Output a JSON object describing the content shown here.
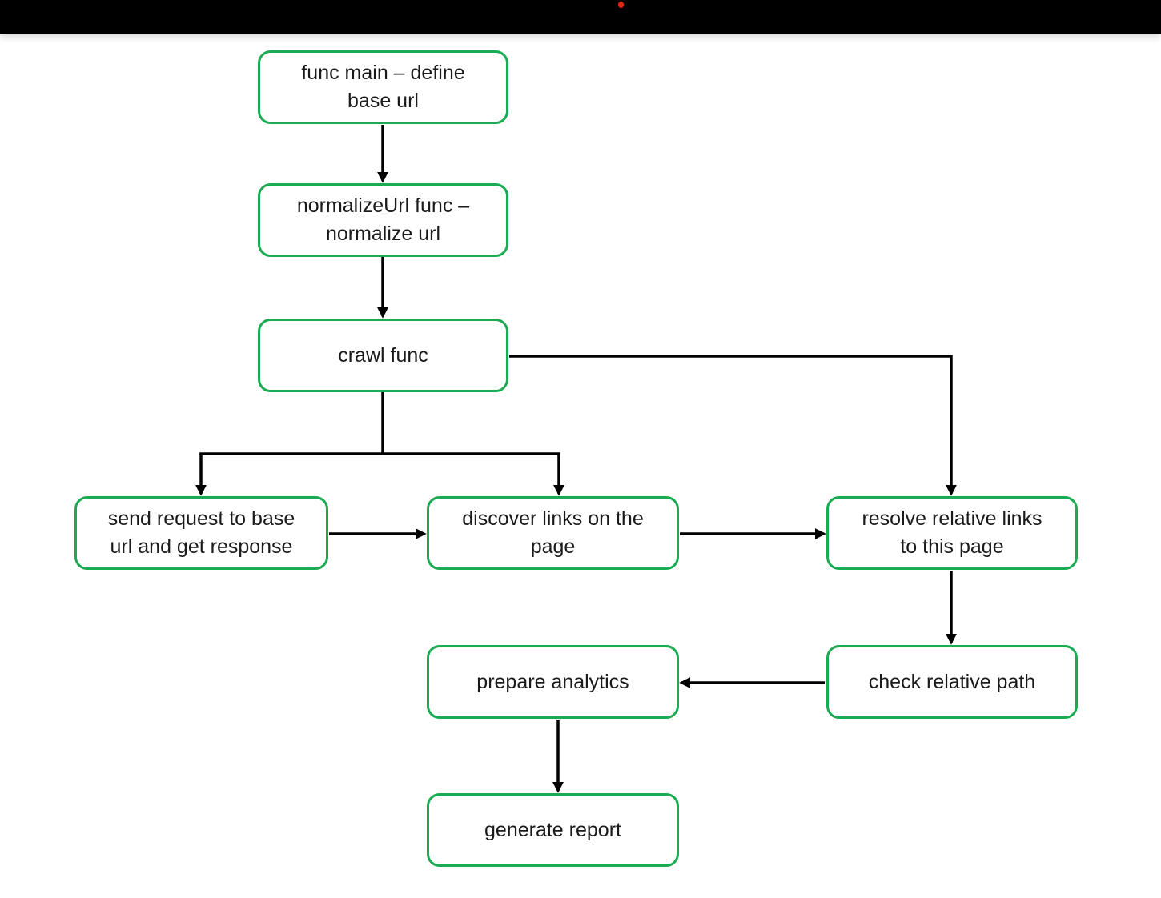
{
  "window": {
    "top_bar_color": "#000000",
    "recording_dot_color": "#e8220c",
    "background_color": "#ffffff"
  },
  "diagram": {
    "accent_green": "#19ac52",
    "line_color": "#000000",
    "text_color": "#1a1a1a",
    "nodes": [
      {
        "id": "func-main",
        "label": "func main – define base url",
        "lines": [
          "func main – define",
          "base url"
        ]
      },
      {
        "id": "normalizeurl-func",
        "label": "normalizeUrl func – normalize url",
        "lines": [
          "normalizeUrl func –",
          "normalize url"
        ]
      },
      {
        "id": "crawl-func",
        "label": "crawl func",
        "lines": [
          "crawl func"
        ]
      },
      {
        "id": "send-request",
        "label": "send request to base url and get response",
        "lines": [
          "send request to base",
          "url and get response"
        ]
      },
      {
        "id": "discover-links",
        "label": "discover links on the page",
        "lines": [
          "discover links on the",
          "page"
        ]
      },
      {
        "id": "resolve-links",
        "label": "resolve relative links to this page",
        "lines": [
          "resolve relative links",
          "to this page"
        ]
      },
      {
        "id": "prepare-analytics",
        "label": "prepare analytics",
        "lines": [
          "prepare analytics"
        ]
      },
      {
        "id": "check-relative-path",
        "label": "check relative path",
        "lines": [
          "check relative path"
        ]
      },
      {
        "id": "generate-report",
        "label": "generate report",
        "lines": [
          "generate report"
        ]
      }
    ],
    "edges": [
      {
        "from": "func-main",
        "to": "normalizeurl-func"
      },
      {
        "from": "normalizeurl-func",
        "to": "crawl-func"
      },
      {
        "from": "crawl-func",
        "to": "send-request"
      },
      {
        "from": "crawl-func",
        "to": "discover-links"
      },
      {
        "from": "crawl-func",
        "to": "resolve-links"
      },
      {
        "from": "send-request",
        "to": "discover-links"
      },
      {
        "from": "discover-links",
        "to": "resolve-links"
      },
      {
        "from": "resolve-links",
        "to": "check-relative-path"
      },
      {
        "from": "check-relative-path",
        "to": "prepare-analytics"
      },
      {
        "from": "prepare-analytics",
        "to": "generate-report"
      }
    ]
  }
}
